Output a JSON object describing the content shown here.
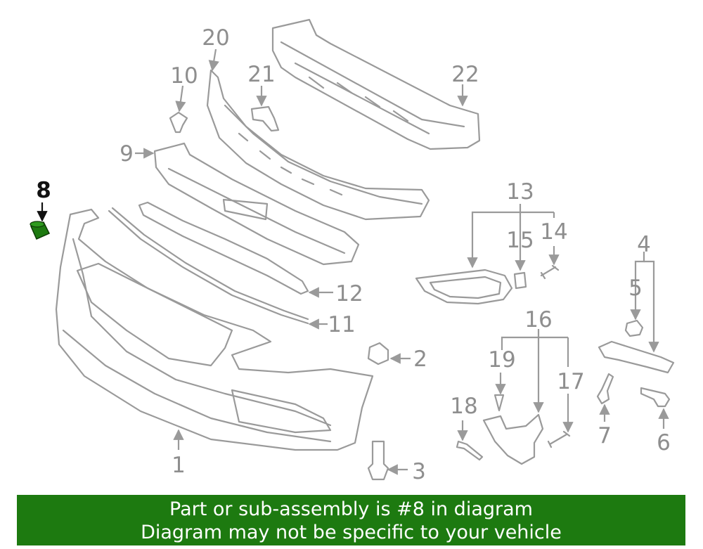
{
  "diagram": {
    "callouts": [
      "1",
      "2",
      "3",
      "4",
      "5",
      "6",
      "7",
      "8",
      "9",
      "10",
      "11",
      "12",
      "13",
      "14",
      "15",
      "16",
      "17",
      "18",
      "19",
      "20",
      "21",
      "22"
    ],
    "highlighted_part": "8",
    "highlight_color": "#1d7a10",
    "line_color": "#9a9a9a"
  },
  "banner": {
    "line1": "Part or sub-assembly is #8 in diagram",
    "line2": "Diagram may not be specific to your vehicle",
    "background": "#1d7a10"
  }
}
